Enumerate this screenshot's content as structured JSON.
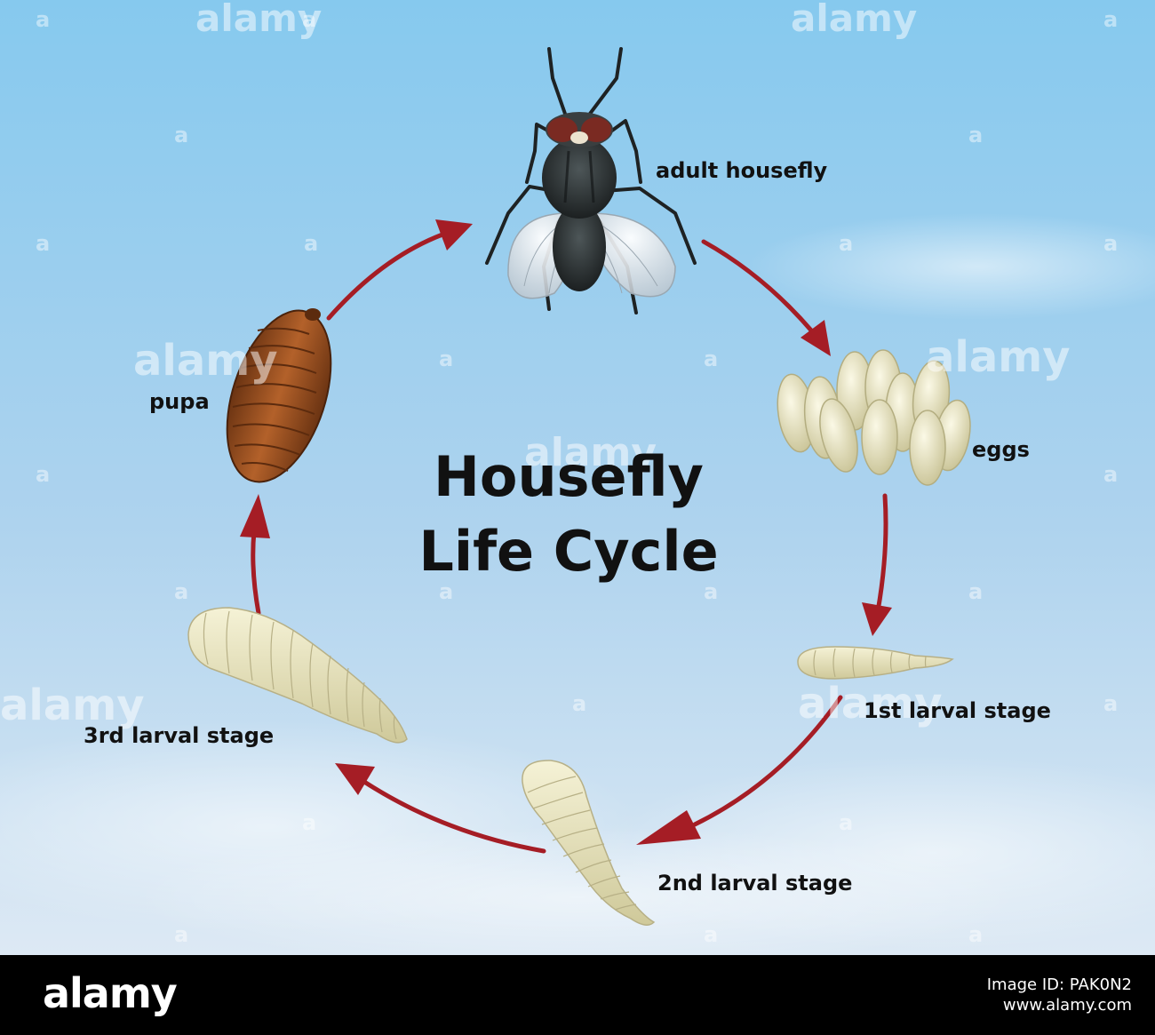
{
  "diagram": {
    "title_line1": "Housefly",
    "title_line2": "Life Cycle",
    "stages": {
      "adult": "adult housefly",
      "eggs": "eggs",
      "larva1": "1st larval stage",
      "larva2": "2nd larval stage",
      "larva3": "3rd larval stage",
      "pupa": "pupa"
    }
  },
  "watermark": {
    "text": "alamy",
    "small": "a"
  },
  "footer": {
    "logo": "alamy",
    "image_id": "Image ID: PAK0N2",
    "site": "www.alamy.com"
  },
  "colors": {
    "sky_top": "#86c9ee",
    "sky_bottom": "#dde9f4",
    "arrow": "#a51d25",
    "pupa": "#9a4f20",
    "larva": "#e9e5bd",
    "egg": "#eeeac3",
    "fly_body": "#2e3334",
    "fly_eye": "#7a2a22"
  }
}
